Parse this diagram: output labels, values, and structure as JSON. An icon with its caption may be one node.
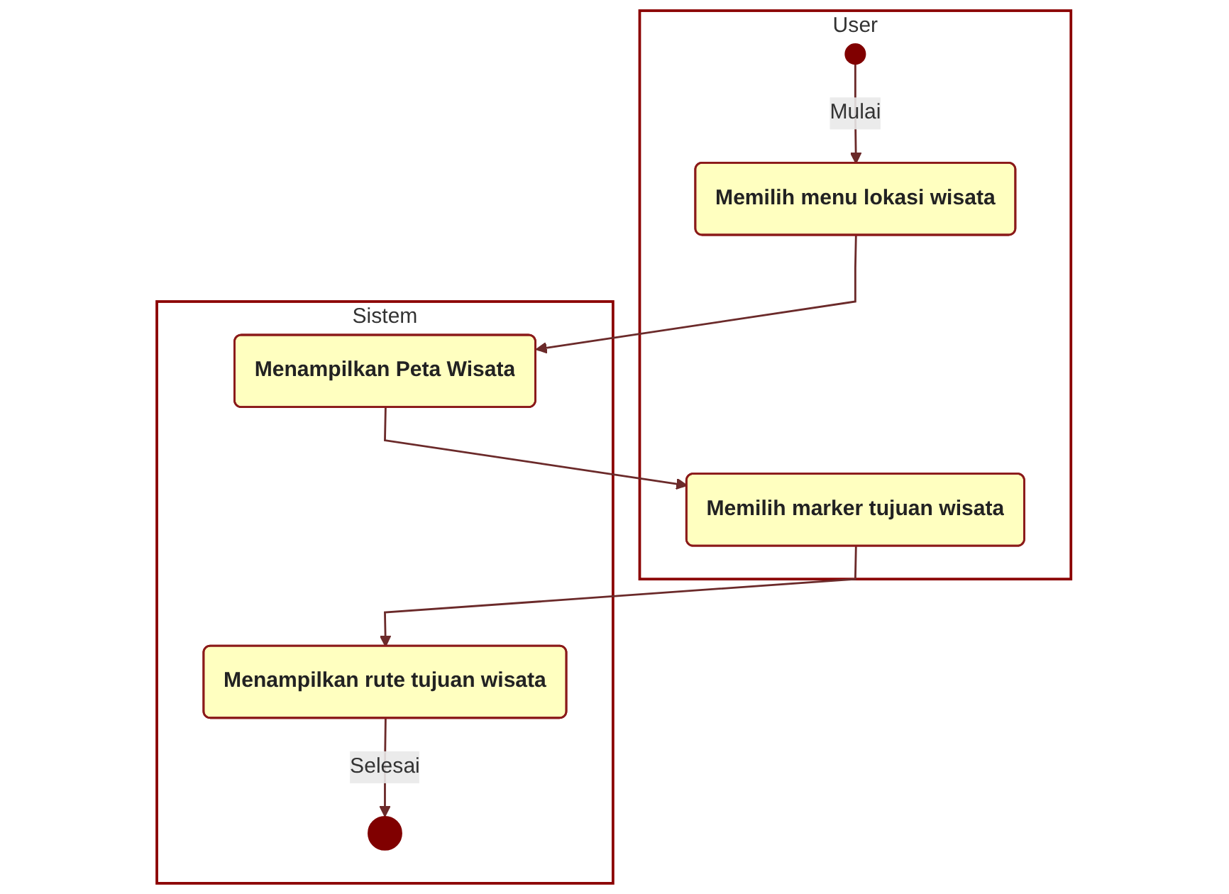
{
  "diagram": {
    "nodes": [
      {
        "text": [
          "User"
        ]
      },
      {
        "text": [
          "Sistem"
        ]
      },
      {
        "text": [],
        "shape": "circle",
        "in": 0
      },
      {
        "text": [
          "Memilih menu lokasi wisata"
        ],
        "in": 0
      },
      {
        "text": [
          "Menampilkan Peta Wisata"
        ],
        "in": 1
      },
      {
        "text": [
          "Memilih marker tujuan wisata"
        ],
        "in": 0
      },
      {
        "text": [
          "Menampilkan rute tujuan wisata"
        ],
        "in": 1
      },
      {
        "text": [],
        "shape": "circle",
        "in": 1
      }
    ],
    "edges": [
      {
        "from": 2,
        "to": 3,
        "arrow": "to",
        "label": "Mulai"
      },
      {
        "from": 3,
        "to": 4,
        "arrow": "to"
      },
      {
        "from": 4,
        "to": 5,
        "arrow": "to"
      },
      {
        "from": 5,
        "to": 6,
        "arrow": "to"
      },
      {
        "from": 6,
        "to": 7,
        "arrow": "to",
        "label": "Selesai"
      }
    ]
  }
}
